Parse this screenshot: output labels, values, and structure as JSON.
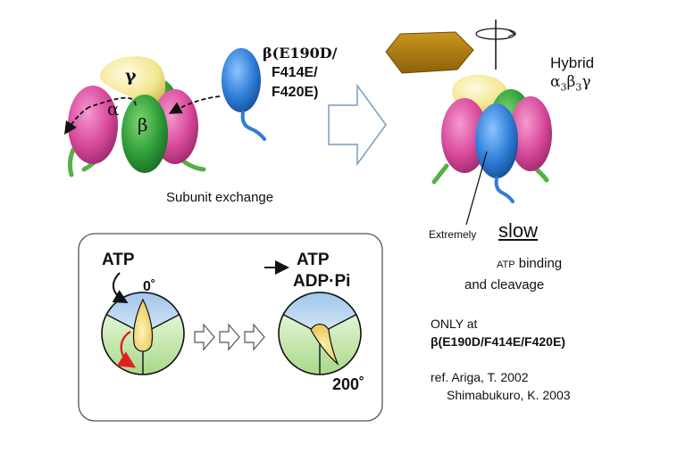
{
  "left_complex": {
    "gamma_label": "γ",
    "alpha_label": "α",
    "beta_label": "β"
  },
  "mutant": {
    "line1": "β(E190D/",
    "line2": "F414E/",
    "line3": "F420E)"
  },
  "subunit_exchange_label": "Subunit exchange",
  "hybrid": {
    "title": "Hybrid",
    "formula_alpha": "α",
    "formula_alpha_sub": "3",
    "formula_beta": "β",
    "formula_beta_sub": "3",
    "formula_gamma": "γ"
  },
  "slow_note": {
    "prefix": "Extremely",
    "emphasis": "slow",
    "line2_small": "ATP",
    "line2_rest": " binding",
    "line3": "and cleavage"
  },
  "only_at": {
    "line1": "ONLY at",
    "line2": "β(E190D/F414E/F420E)"
  },
  "refs": {
    "line1": "ref. Ariga, T. 2002",
    "line2": "Shimabukuro, K. 2003"
  },
  "scheme": {
    "atp_left": "ATP",
    "angle_0": "0˚",
    "atp_right": "ATP",
    "adp_pi": "ADP·Pi",
    "angle_200": "200˚"
  },
  "colors": {
    "alpha": "#d9499b",
    "beta_green": "#2e9e3a",
    "beta_blue": "#2f7ed8",
    "gamma": "#f2e690",
    "rotor": "#b07f10",
    "tail_green": "#55b043",
    "tail_blue": "#2f7ed8",
    "arrow_outline": "#7a9cc0"
  }
}
